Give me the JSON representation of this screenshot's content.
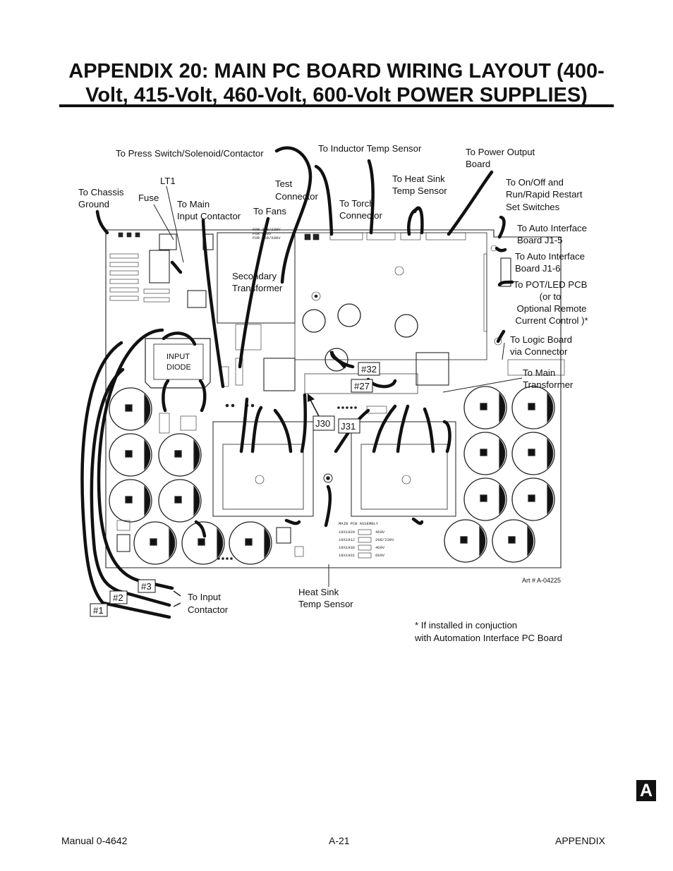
{
  "title": {
    "line1": "APPENDIX 20:  MAIN PC BOARD WIRING LAYOUT (400-",
    "line2": "Volt, 415-Volt, 460-Volt, 600-Volt POWER SUPPLIES)"
  },
  "labels": {
    "press_switch": "To Press Switch/Solenoid/Contactor",
    "inductor_temp": "To Inductor Temp Sensor",
    "power_output_1": "To Power Output",
    "power_output_2": "Board",
    "lt1": "LT1",
    "chassis_1": "To Chassis",
    "chassis_2": "Ground",
    "fuse": "Fuse",
    "main_contactor_1": "To Main",
    "main_contactor_2": "Input Contactor",
    "test_conn_1": "Test",
    "test_conn_2": "Connector",
    "fans": "To Fans",
    "torch_1": "To Torch",
    "torch_2": "Connector",
    "heat_sink_1": "To Heat Sink",
    "heat_sink_2": "Temp Sensor",
    "onoff_1": "To On/Off and",
    "onoff_2": "Run/Rapid Restart",
    "onoff_3": "Set Switches",
    "auto_j15_1": "To Auto Interface",
    "auto_j15_2": "Board J1-5",
    "auto_j16_1": "To Auto Interface",
    "auto_j16_2": "Board J1-6",
    "pot_1": "To POT/LED PCB",
    "pot_2": "(or to",
    "pot_3": "Optional Remote",
    "pot_4": "Current Control )*",
    "secondary_1": "Secondary",
    "secondary_2": "Transformer",
    "logic_1": "To Logic Board",
    "logic_2": "via Connector",
    "main_tx_1": "To Main",
    "main_tx_2": "Transformer",
    "input_diode_1": "INPUT",
    "input_diode_2": "DIODE",
    "w32": "#32",
    "w27": "#27",
    "j30": "J30",
    "j31": "J31",
    "w3": "#3",
    "w2": "#2",
    "w1": "#1",
    "input_contactor_1": "To Input",
    "input_contactor_2": "Contactor",
    "heatsink_bottom_1": "Heat Sink",
    "heatsink_bottom_2": "Temp Sensor",
    "art_no": "Art # A-04225",
    "footnote_1": "* If installed in conjuction",
    "footnote_2": "with Automation Interface PC Board"
  },
  "assembly_table": {
    "header": "MAIN PCB ASSEMBLY",
    "rows": [
      {
        "part": "19X1929",
        "volt": "460V"
      },
      {
        "part": "19X1912",
        "volt": "208/230V"
      },
      {
        "part": "19X1930",
        "volt": "400V"
      },
      {
        "part": "19X1931",
        "volt": "600V"
      }
    ]
  },
  "board_voltage_legend": [
    "FOR 208/230V",
    "FOR 400V",
    "FOR 460/600V"
  ],
  "tab_letter": "A",
  "footer": {
    "left": "Manual 0-4642",
    "center": "A-21",
    "right": "APPENDIX"
  }
}
